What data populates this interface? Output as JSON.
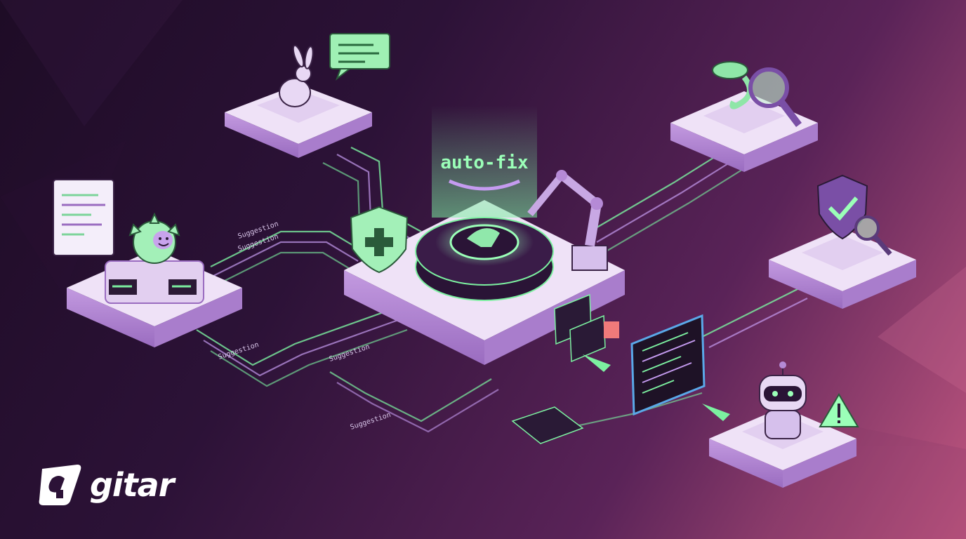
{
  "hub": {
    "auto_fix_label": "auto-fix"
  },
  "connector_labels": {
    "top_left_a": "Suggestion",
    "top_left_b": "Suggestion",
    "mid_left": "Suggestion",
    "bottom_a": "Suggestion",
    "bottom_b": "Suggestion"
  },
  "brand": {
    "name": "gitar"
  },
  "colors": {
    "accent_green": "#7cf0a0",
    "tile_top": "#efe2f7",
    "tile_side": "#b58ad6",
    "background_start": "#1e0c26",
    "background_end": "#c0567f"
  },
  "icons": [
    "rabbit-icon",
    "chat-bubble-icon",
    "lizard-icon",
    "magnifier-icon",
    "shield-check-icon",
    "code-window-icon",
    "virus-face-icon",
    "robot-icon",
    "warning-icon",
    "robot-arm-icon",
    "shield-plus-icon",
    "gitar-logo-icon"
  ]
}
